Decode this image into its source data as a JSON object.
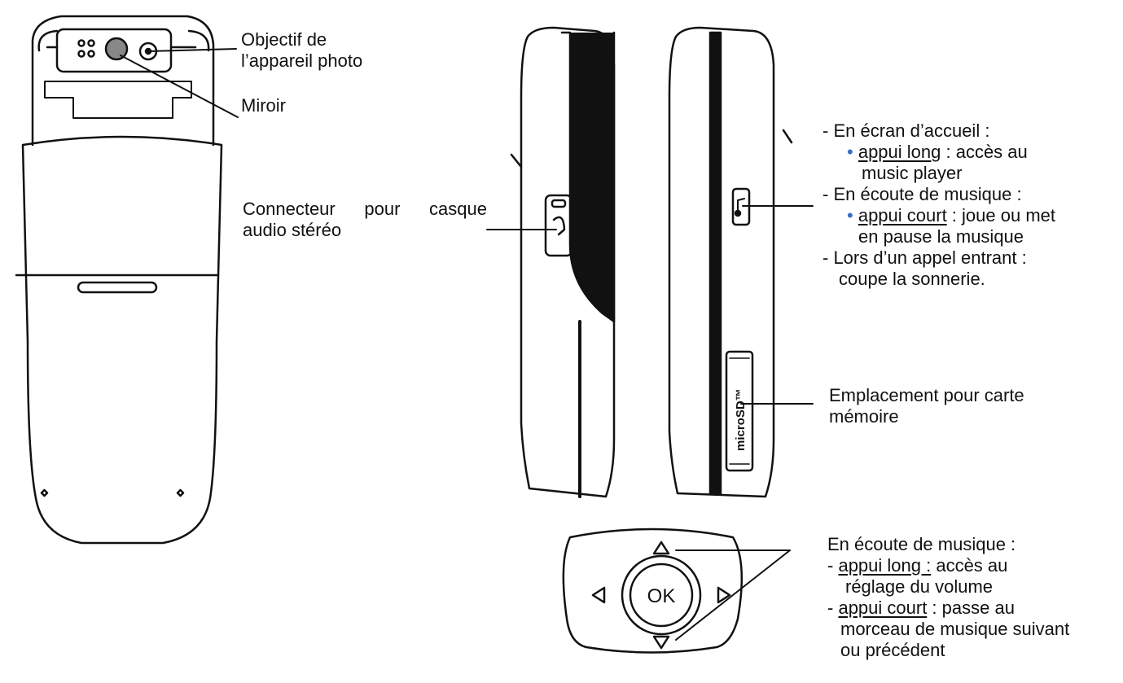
{
  "labels": {
    "objectif": [
      "Objectif de",
      "l’appareil photo"
    ],
    "miroir": "Miroir",
    "connecteur": {
      "line1": [
        "Connecteur",
        "pour",
        "casque"
      ],
      "line2": "audio stéréo"
    },
    "music_key": {
      "home_title": "- En écran d’accueil :",
      "bullet": "•",
      "long_press": "appui long",
      "long_press_rest": " : accès au",
      "long_press_cont": "music player",
      "listen_title": "- En écoute de musique :",
      "short_press": "appui court",
      "short_press_rest": " : joue ou met",
      "short_press_cont": "en pause la musique",
      "call_title": "- Lors d’un appel entrant :",
      "call_cont": "coupe la sonnerie."
    },
    "microsd_slot": [
      "Emplacement pour carte",
      "mémoire"
    ],
    "nav_key": {
      "title": "En écoute de musique :",
      "dash": "- ",
      "long_press": "appui long :",
      "long_press_rest": " accès au",
      "long_press_cont": "réglage du volume",
      "short_press": "appui court",
      "short_press_rest": " : passe au",
      "short_press_cont1": "morceau de musique suivant",
      "short_press_cont2": "ou précédent"
    }
  },
  "device_marks": {
    "microsd_text": "microSD™",
    "ok_text": "OK"
  }
}
